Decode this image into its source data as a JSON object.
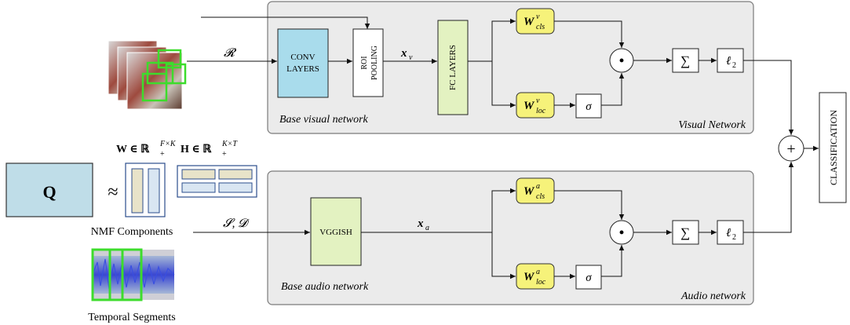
{
  "colors": {
    "panel_fill": "#ebebeb",
    "panel_stroke": "#7a7a7a",
    "conv_fill": "#a9dcec",
    "fc_fill": "#e3f2c1",
    "weight_fill": "#f6f27a",
    "q_fill": "#bfdde8",
    "w_matrix_fill": "#e8e3c9",
    "h_matrix_fill": "#d9e6f2",
    "segment_highlight": "#3ddc2c",
    "line": "#111111"
  },
  "visual_network": {
    "panel_label": "Visual Network",
    "base_label": "Base visual network",
    "input_symbol": "𝓡",
    "conv_line1": "CONV",
    "conv_line2": "LAYERS",
    "roi_line1": "ROI",
    "roi_line2": "POOLING",
    "feature_symbol": "x",
    "feature_sub": "v",
    "fc_label": "FC LAYERS",
    "w_cls": {
      "base": "W",
      "sup": "v",
      "sub": "cls"
    },
    "w_loc": {
      "base": "W",
      "sup": "v",
      "sub": "loc"
    },
    "sigma": "σ",
    "product": "•",
    "sum": "∑",
    "norm": "ℓ",
    "norm_sub": "2"
  },
  "audio_network": {
    "panel_label": "Audio network",
    "base_label": "Base audio network",
    "input_symbol": "𝓢, 𝓓",
    "vggish_label": "VGGISH",
    "feature_symbol": "x",
    "feature_sub": "a",
    "w_cls": {
      "base": "W",
      "sup": "a",
      "sub": "cls"
    },
    "w_loc": {
      "base": "W",
      "sup": "a",
      "sub": "loc"
    },
    "sigma": "σ",
    "product": "•",
    "sum": "∑",
    "norm": "ℓ",
    "norm_sub": "2"
  },
  "nmf": {
    "q_label": "Q",
    "approx": "≈",
    "w_formula": {
      "base": "W ∈ ℝ",
      "sup": "F×K",
      "sub": "+"
    },
    "h_formula": {
      "base": "H ∈ ℝ",
      "sup": "K×T",
      "sub": "+"
    },
    "components_caption": "NMF Components",
    "segments_caption": "Temporal Segments"
  },
  "fusion": {
    "plus": "+",
    "classification": "CLASSIFICATION"
  }
}
